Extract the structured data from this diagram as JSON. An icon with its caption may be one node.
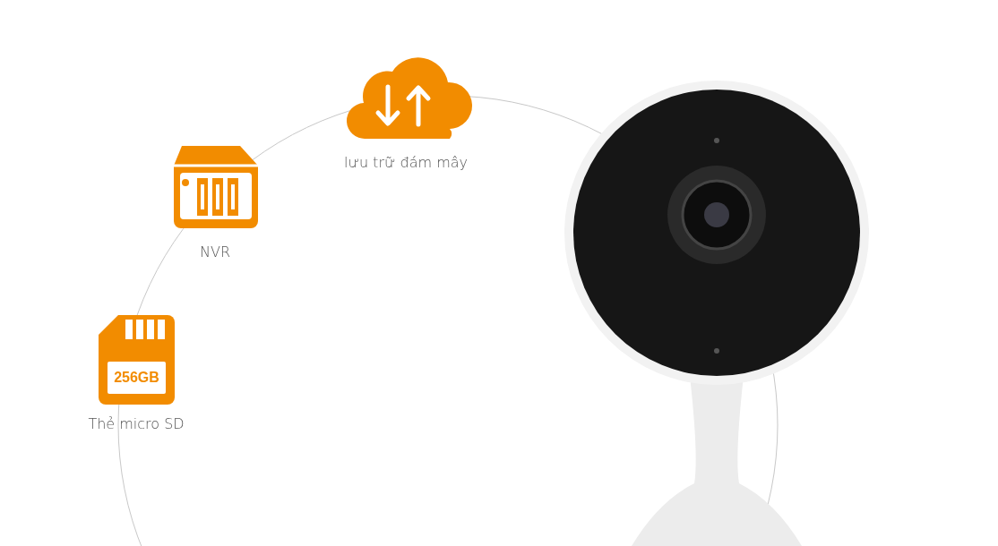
{
  "diagram": {
    "labels": [
      "lưu trữ đám mây",
      "NVR",
      "256GB",
      "Thẻ micro SD"
    ]
  }
}
